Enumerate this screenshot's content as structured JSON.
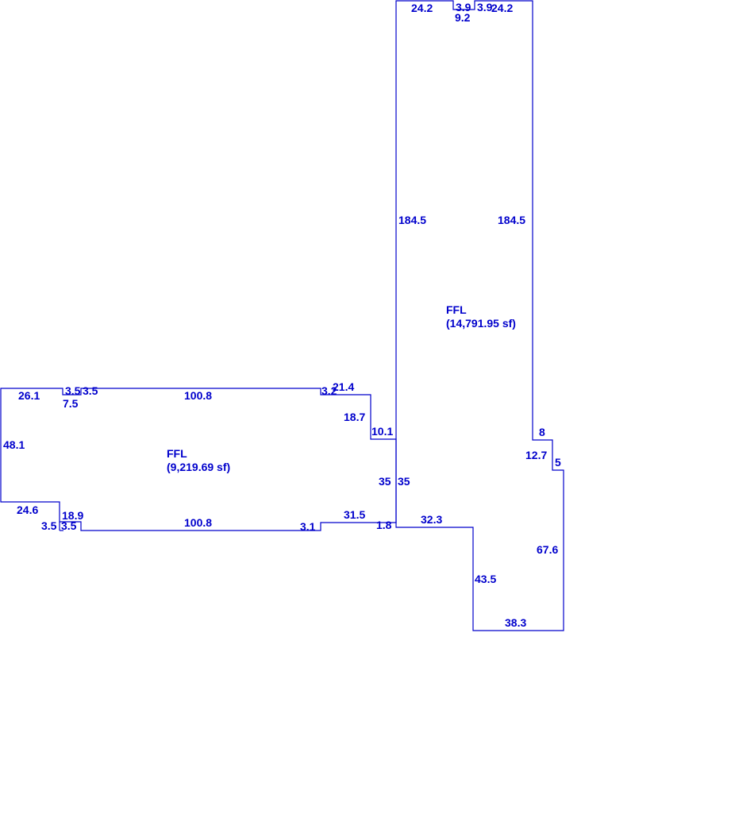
{
  "colors": {
    "line": "#0000cc",
    "text": "#0000cc",
    "background": "#ffffff"
  },
  "areas": [
    {
      "id": "left",
      "name": "FFL",
      "area": "(9,219.69 sf)"
    },
    {
      "id": "right",
      "name": "FFL",
      "area": "(14,791.95 sf)"
    }
  ],
  "dimensions": [
    "24.2",
    "3.9",
    "3.9",
    "24.2",
    "9.2",
    "184.5",
    "184.5",
    "26.1",
    "3.5",
    "3.5",
    "7.5",
    "100.8",
    "3.2",
    "21.4",
    "18.7",
    "10.1",
    "48.1",
    "8",
    "12.7",
    "5",
    "35",
    "35",
    "24.6",
    "18.9",
    "3.5",
    "3.5",
    "100.8",
    "3.1",
    "31.5",
    "1.8",
    "32.3",
    "67.6",
    "43.5",
    "38.3"
  ]
}
